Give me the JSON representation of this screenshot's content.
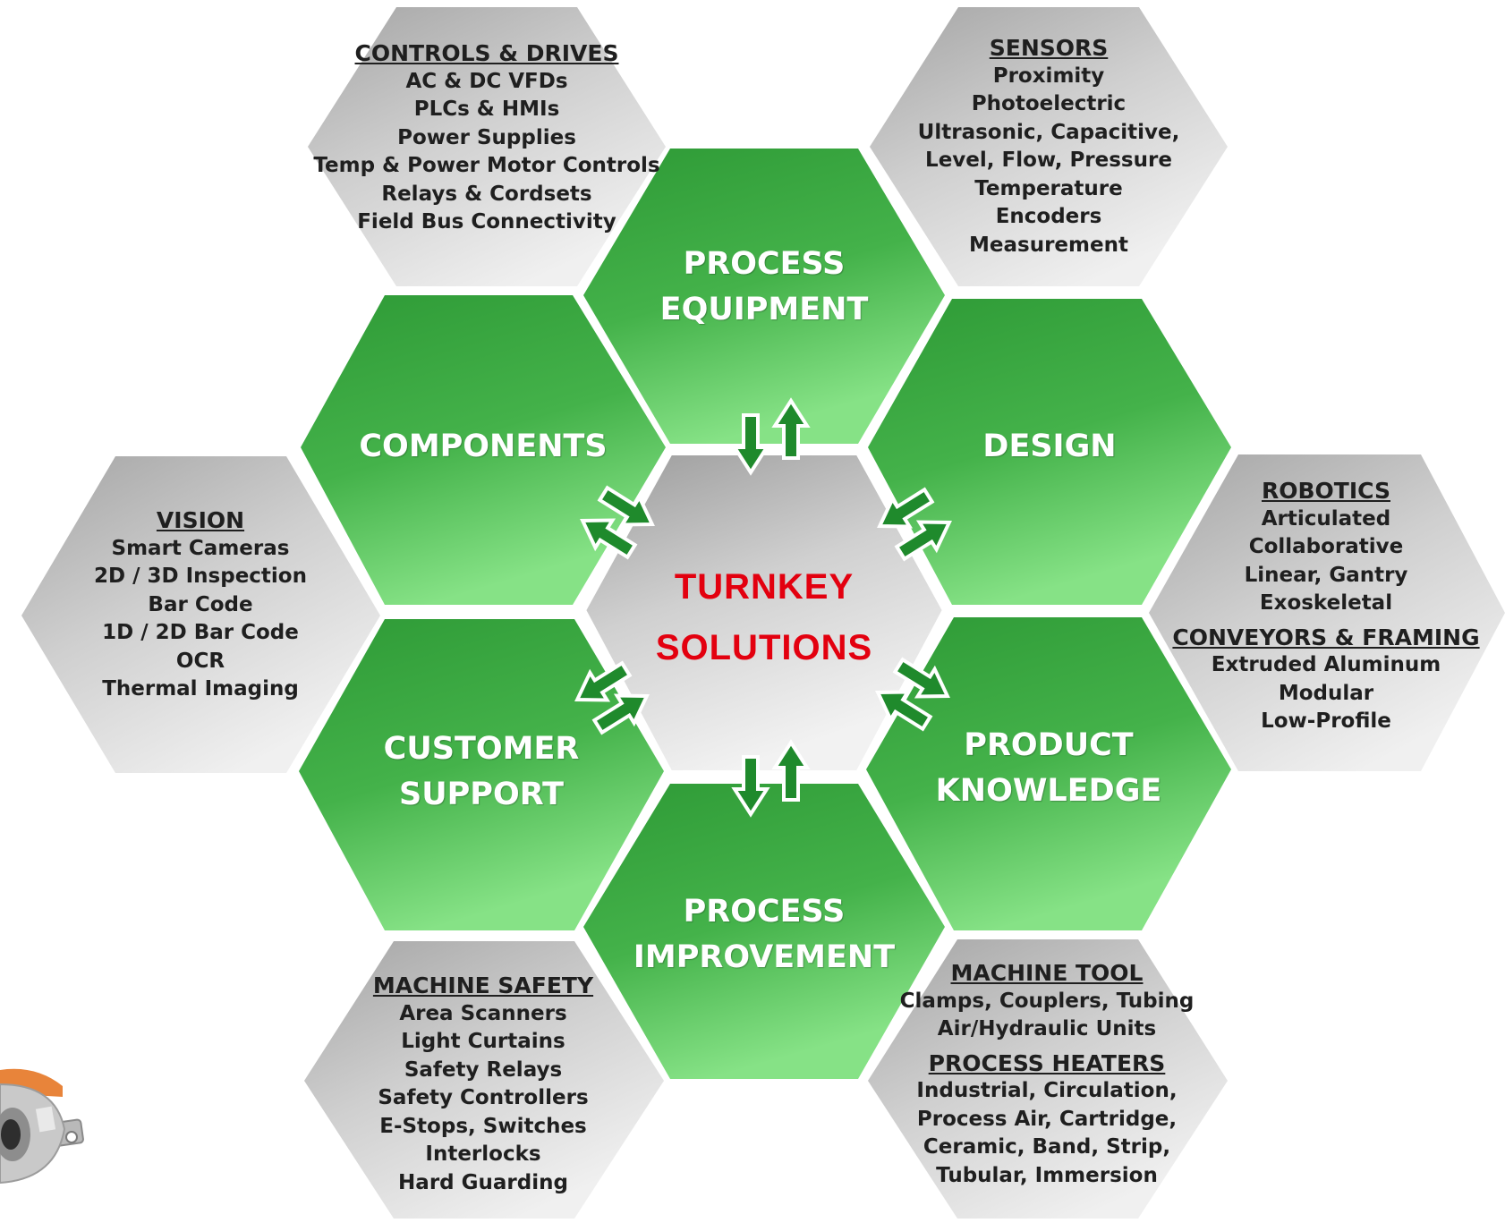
{
  "center": {
    "line1": "TURNKEY",
    "line2": "SOLUTIONS"
  },
  "green": {
    "process_equipment": [
      "PROCESS",
      "EQUIPMENT"
    ],
    "components": [
      "COMPONENTS"
    ],
    "design": [
      "DESIGN"
    ],
    "customer_support": [
      "CUSTOMER",
      "SUPPORT"
    ],
    "product_knowledge": [
      "PRODUCT",
      "KNOWLEDGE"
    ],
    "process_improvement": [
      "PROCESS",
      "IMPROVEMENT"
    ]
  },
  "gray": {
    "controls_drives": {
      "heading": "CONTROLS & DRIVES",
      "items": [
        "AC & DC VFDs",
        "PLCs & HMIs",
        "Power Supplies",
        "Temp & Power Motor Controls",
        "Relays & Cordsets",
        "Field Bus Connectivity"
      ]
    },
    "sensors": {
      "heading": "SENSORS",
      "items": [
        "Proximity",
        "Photoelectric",
        "Ultrasonic, Capacitive,",
        "Level, Flow, Pressure",
        "Temperature",
        "Encoders",
        "Measurement"
      ]
    },
    "vision": {
      "heading": "VISION",
      "items": [
        "Smart Cameras",
        "2D / 3D Inspection",
        "Bar Code",
        "1D / 2D Bar Code",
        "OCR",
        "Thermal Imaging"
      ]
    },
    "robotics": {
      "heading": "ROBOTICS",
      "items": [
        "Articulated",
        "Collaborative",
        "Linear, Gantry",
        "Exoskeletal"
      ],
      "heading2": "CONVEYORS & FRAMING",
      "items2": [
        "Extruded Aluminum",
        "Modular",
        "Low-Profile"
      ]
    },
    "machine_safety": {
      "heading": "MACHINE SAFETY",
      "items": [
        "Area Scanners",
        "Light Curtains",
        "Safety Relays",
        "Safety Controllers",
        "E-Stops, Switches",
        "Interlocks",
        "Hard Guarding"
      ]
    },
    "machine_tool": {
      "heading": "MACHINE TOOL",
      "items": [
        "Clamps, Couplers, Tubing",
        "Air/Hydraulic Units"
      ],
      "heading2": "PROCESS HEATERS",
      "items2": [
        "Industrial, Circulation,",
        "Process Air, Cartridge,",
        "Ceramic, Band, Strip,",
        "Tubular, Immersion"
      ]
    }
  },
  "colors": {
    "green_dark": "#2e9a36",
    "green_light": "#7fdc7f",
    "gray_dark": "#9c9c9c",
    "gray_light": "#ececec",
    "arrow_green": "#1f8a2c",
    "center_text": "#e3000f"
  }
}
